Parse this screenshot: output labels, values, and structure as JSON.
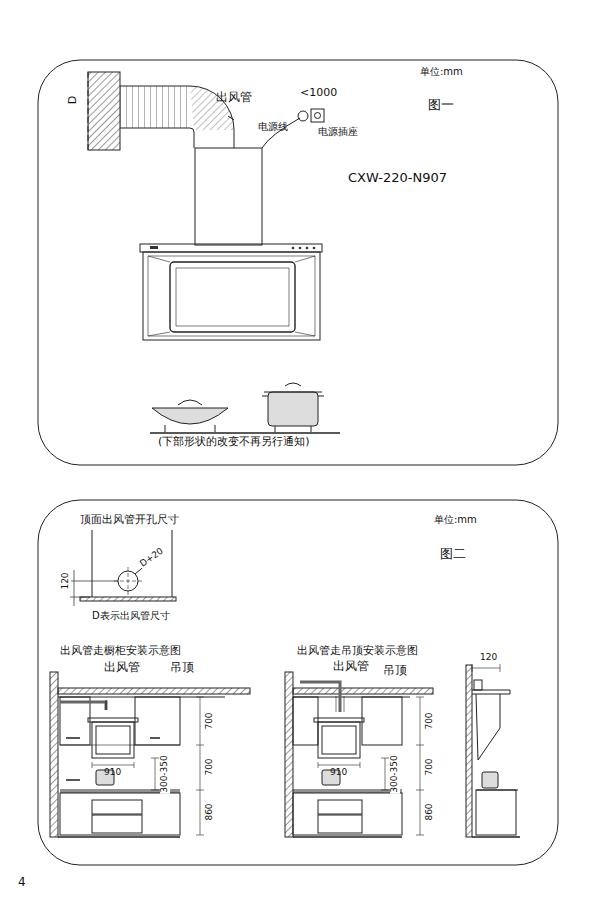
{
  "diagram": {
    "labels": [
      "D",
      "出风管",
      "<1000",
      "电源线",
      "电源插座",
      "单位:mm",
      "图一",
      "CXW-220-N907",
      "(下部形状的改变不再另行通知)",
      "顶面出风管开孔尺寸",
      "单位:mm",
      "图二",
      "D+20",
      "120",
      "D表示出风管尺寸",
      "出风管走橱柜安装示意图",
      "出风管",
      "吊顶",
      "700",
      "700",
      "910",
      "300-350",
      "860",
      "出风管走吊顶安装示意图",
      "出风管",
      "吊顶",
      "700",
      "910",
      "700",
      "300-350",
      "860",
      "120",
      "4"
    ]
  }
}
